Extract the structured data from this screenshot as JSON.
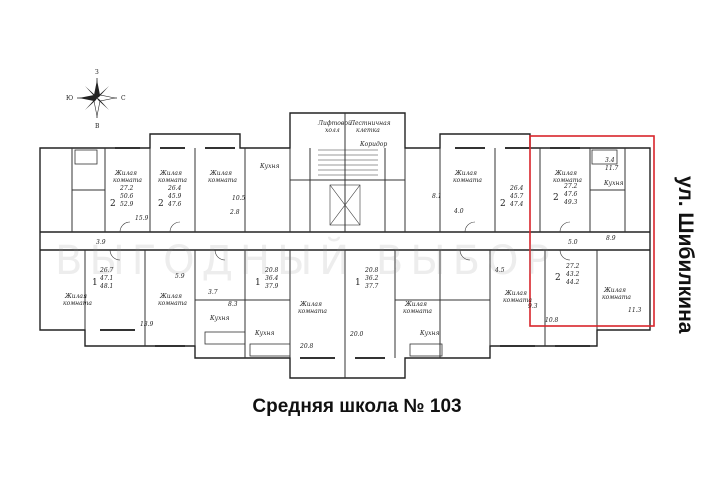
{
  "compass": {
    "n": "З",
    "s": "В",
    "w": "Ю",
    "e": "С"
  },
  "street": "ул. Шибилкина",
  "school": "Средняя школа № 103",
  "highlight_color": "#d9252b",
  "labels": {
    "living": [
      "Жилая",
      "комната"
    ],
    "kitchen": "Кухня",
    "lift_hall_1": "Лифтовой",
    "lift_hall_2": "холл",
    "stair_1": "Лестничная",
    "stair_2": "клетка",
    "corridor": "Коридор"
  },
  "apartments_top": [
    {
      "rooms": "2",
      "areas": [
        "27.2",
        "50.6",
        "52.9"
      ]
    },
    {
      "rooms": "2",
      "areas": [
        "26.4",
        "45.9",
        "47.6"
      ]
    },
    {
      "rooms": "2",
      "areas": [
        "26.4",
        "45.7",
        "47.4"
      ]
    },
    {
      "rooms": "2",
      "areas": [
        "27.2",
        "47.6",
        "49.3"
      ]
    }
  ],
  "apartments_bottom": [
    {
      "rooms": "1",
      "areas": [
        "26.7",
        "47.1",
        "48.1"
      ]
    },
    {
      "rooms": "1",
      "areas": [
        "20.8",
        "36.4",
        "37.9"
      ]
    },
    {
      "rooms": "1",
      "areas": [
        "20.8",
        "36.2",
        "37.7"
      ]
    },
    {
      "rooms": "2",
      "areas": [
        "27.2",
        "43.2",
        "44.2"
      ]
    }
  ],
  "room_areas": [
    "15.9",
    "10.5",
    "8.1",
    "5.0",
    "3.9",
    "3.4",
    "11.7",
    "8.9",
    "10.8",
    "4.5",
    "9.3",
    "11.3",
    "20.0",
    "20.8",
    "13.9",
    "8.3",
    "3.7",
    "2.8",
    "4.0",
    "5.9"
  ]
}
